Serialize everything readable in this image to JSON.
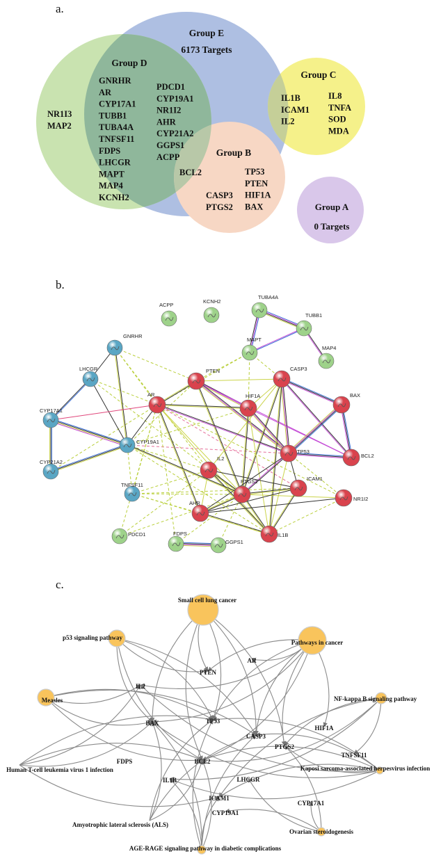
{
  "panel_a": {
    "label": "a.",
    "group_e": {
      "title": "Group E",
      "subtitle": "6173 Targets"
    },
    "group_d": {
      "title": "Group D"
    },
    "group_c": {
      "title": "Group C"
    },
    "group_b": {
      "title": "Group B"
    },
    "group_a": {
      "title": "Group A",
      "subtitle": "0 Targets"
    },
    "d_only_left": [
      "NR1I3",
      "MAP2"
    ],
    "d_e_col1": [
      "GNRHR",
      "AR",
      "CYP17A1",
      "TUBB1",
      "TUBA4A",
      "TNFSF11",
      "FDPS",
      "LHCGR",
      "MAPT",
      "MAP4",
      "KCNH2"
    ],
    "d_e_col2": [
      "PDCD1",
      "CYP19A1",
      "NR1I2",
      "AHR",
      "CYP21A2",
      "GGPS1",
      "ACPP"
    ],
    "d_e_b": "BCL2",
    "e_b_col1": [
      "CASP3",
      "PTGS2"
    ],
    "e_b_col2": [
      "TP53",
      "PTEN",
      "HIF1A",
      "BAX"
    ],
    "e_c": [
      "IL1B",
      "ICAM1",
      "IL2"
    ],
    "c_only": [
      "IL8",
      "TNFA",
      "SOD",
      "MDA"
    ],
    "colors": {
      "e": "#aebfe2",
      "d": "#c9e3b0",
      "de": "#8fb79b",
      "c": "#f5f18a",
      "ce": "#c5cf98",
      "b": "#f7d7c4",
      "be": "#d9cdcd",
      "a": "#d9c7ea"
    }
  },
  "panel_b": {
    "label": "b.",
    "nodes": [
      {
        "id": "ACPP",
        "color": "green"
      },
      {
        "id": "KCNH2",
        "color": "green"
      },
      {
        "id": "TUBA4A",
        "color": "green"
      },
      {
        "id": "TUBB1",
        "color": "green"
      },
      {
        "id": "GNRHR",
        "color": "blue"
      },
      {
        "id": "MAPT",
        "color": "green"
      },
      {
        "id": "MAP4",
        "color": "green"
      },
      {
        "id": "LHCGR",
        "color": "blue"
      },
      {
        "id": "PTEN",
        "color": "red"
      },
      {
        "id": "CASP3",
        "color": "red"
      },
      {
        "id": "AR",
        "color": "red"
      },
      {
        "id": "HIF1A",
        "color": "red"
      },
      {
        "id": "BAX",
        "color": "red"
      },
      {
        "id": "CYP17A1",
        "color": "blue"
      },
      {
        "id": "CYP19A1",
        "color": "blue"
      },
      {
        "id": "TP53",
        "color": "red"
      },
      {
        "id": "BCL2",
        "color": "red"
      },
      {
        "id": "CYP21A2",
        "color": "blue"
      },
      {
        "id": "IL2",
        "color": "red"
      },
      {
        "id": "ICAM1",
        "color": "red"
      },
      {
        "id": "NR1I2",
        "color": "red"
      },
      {
        "id": "TNFSF11",
        "color": "blue"
      },
      {
        "id": "PTGS2",
        "color": "red"
      },
      {
        "id": "AHR",
        "color": "red"
      },
      {
        "id": "PDCD1",
        "color": "green"
      },
      {
        "id": "IL1B",
        "color": "red"
      },
      {
        "id": "FDPS",
        "color": "green"
      },
      {
        "id": "GGPS1",
        "color": "green"
      }
    ],
    "node_colors": {
      "green": "#9ed28a",
      "blue": "#5aa6c4",
      "red": "#d9434d"
    }
  },
  "panel_c": {
    "label": "c.",
    "pathways": [
      "Small cell lung cancer",
      "p53 signaling pathway",
      "Pathways in cancer",
      "Measles",
      "NF-kappa B signaling pathway",
      "Human T-cell leukemia virus 1 infection",
      "Kaposi sarcoma-associated herpesvirus infection",
      "Amyotrophic lateral sclerosis (ALS)",
      "Ovarian steroidogenesis",
      "AGE-RAGE signaling pathway in diabetic complications"
    ],
    "genes": [
      "PTEN",
      "AR",
      "IL2",
      "TP53",
      "BAX",
      "CASP3",
      "HIF1A",
      "PTGS2",
      "TNFSF11",
      "FDPS",
      "BCL2",
      "IL1B",
      "LHCGR",
      "ICAM1",
      "CYP19A1",
      "CYP17A1"
    ],
    "pathway_color": "#f9c45c",
    "gene_color": "#e0262b"
  }
}
